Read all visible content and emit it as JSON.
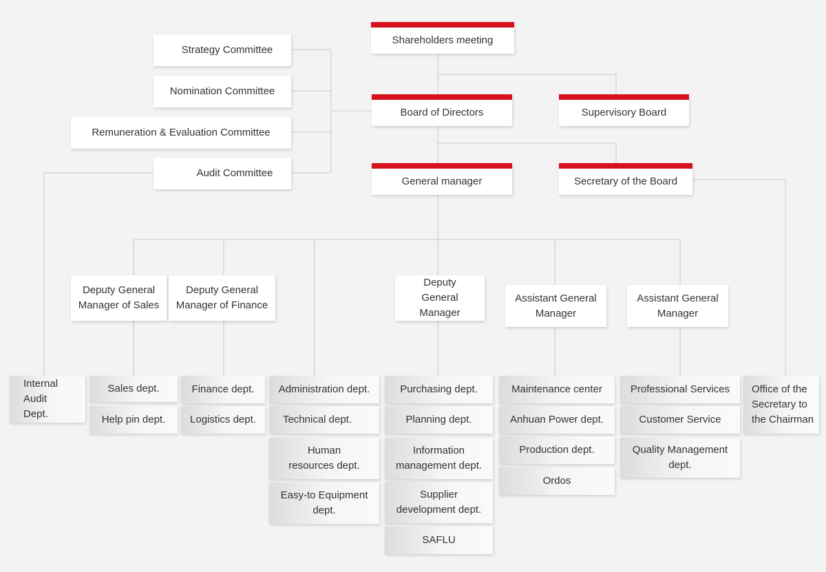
{
  "top": {
    "shareholders": "Shareholders meeting",
    "board": "Board of Directors",
    "supervisory": "Supervisory Board",
    "general_manager": "General manager",
    "secretary": "Secretary of the Board"
  },
  "committees": {
    "strategy": "Strategy Committee",
    "nomination": "Nomination Committee",
    "remuneration": "Remuneration & Evaluation Committee",
    "audit": "Audit Committee"
  },
  "managers": {
    "dgm_sales": "Deputy General Manager of Sales",
    "dgm_finance": "Deputy General Manager of Finance",
    "dgm": "Deputy General Manager",
    "agm1": "Assistant General Manager",
    "agm2": "Assistant General Manager"
  },
  "departments": {
    "internal_audit": "Internal Audit Dept.",
    "sales": "Sales dept.",
    "help_pin": "Help pin dept.",
    "finance": "Finance dept.",
    "logistics": "Logistics dept.",
    "administration": "Administration dept.",
    "technical": "Technical dept.",
    "hr": "Human resources dept.",
    "easy_to": "Easy-to Equipment dept.",
    "purchasing": "Purchasing dept.",
    "planning": "Planning dept.",
    "info_mgmt": "Information management dept.",
    "supplier_dev": "Supplier development dept.",
    "saflu": "SAFLU",
    "maintenance": "Maintenance center",
    "anhuan": "Anhuan Power dept.",
    "production": "Production dept.",
    "ordos": "Ordos",
    "professional": "Professional Services",
    "customer": "Customer Service",
    "quality": "Quality Management dept.",
    "office_secretary": "Office of the Secretary to the Chairman"
  },
  "colors": {
    "accent": "#d7101d",
    "background": "#f3f3f3",
    "line": "#c8c8c8"
  }
}
